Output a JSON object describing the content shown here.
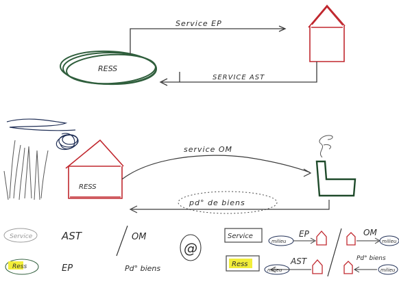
{
  "diagram_1": {
    "node_ress": "RESS",
    "edge_top": "Service EP",
    "edge_bottom": "SERVICE AST"
  },
  "diagram_2": {
    "node_ress": "RESS",
    "edge_top": "service OM",
    "edge_bottom": "pd° de biens"
  },
  "legend_left": {
    "service": "Service",
    "ast": "AST",
    "om": "OM",
    "ress": "Ress",
    "ep": "EP",
    "pd_biens": "Pd° biens",
    "at_symbol": "@"
  },
  "legend_right": {
    "service": "Service",
    "ress": "Ress",
    "ep": "EP",
    "ast": "AST",
    "om": "OM",
    "pd_biens": "Pd° biens",
    "milieu": "milieu"
  },
  "colors": {
    "ink": "#3a3a3a",
    "red_house": "#c0262d",
    "green": "#2f5e3c",
    "blue_scribble": "#1f2e55",
    "highlight": "#f2ee3a"
  }
}
